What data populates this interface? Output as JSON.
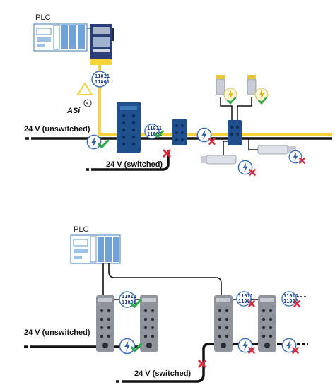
{
  "top": {
    "plc_label": "PLC",
    "asi_logo_text": "ASi",
    "asi_logo_number": "5",
    "unswitched_label": "24 V (unswitched)",
    "switched_label": "24 V (switched)",
    "data_symbol_line1": "11011",
    "data_symbol_line2": "11001"
  },
  "bottom": {
    "plc_label": "PLC",
    "unswitched_label": "24 V (unswitched)",
    "switched_label": "24 V (switched)",
    "data_symbol_line1": "11011",
    "data_symbol_line2": "11001"
  },
  "colors": {
    "asi_yellow": "#f6d43a",
    "power_black": "#111111",
    "ok_green": "#2ca84a",
    "fail_red": "#e0283a",
    "module_blue": "#1f4f8c",
    "plc_blue": "#3e78b8"
  },
  "icons": [
    "plc-icon",
    "asi-logo-icon",
    "lightning-icon",
    "checkmark-icon",
    "cross-icon",
    "data-binary-icon",
    "sensor-icon",
    "io-module-icon"
  ]
}
